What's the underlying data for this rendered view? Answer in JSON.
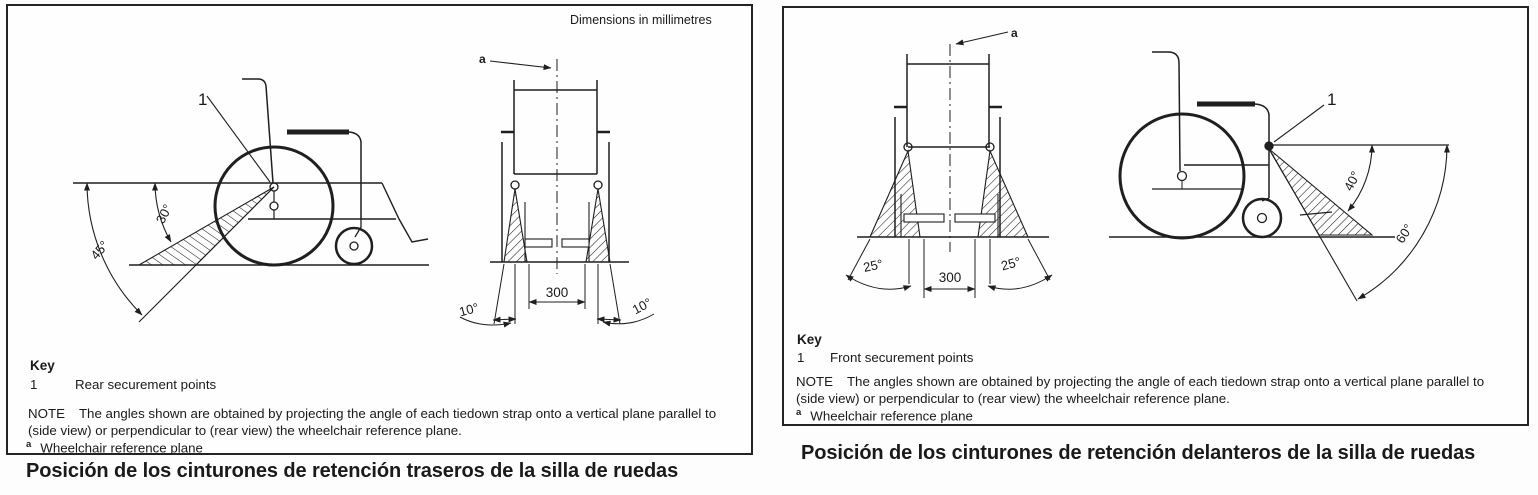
{
  "colors": {
    "ink": "#1f1f1f",
    "paper": "#ffffff"
  },
  "figure_left": {
    "dimensions_note": "Dimensions in millimetres",
    "drawing": {
      "point_label": "1",
      "plane_label": "a",
      "side_angle_upper": "30°",
      "side_angle_lower": "45°",
      "rear_angle_left": "10°",
      "rear_angle_right": "10°",
      "spacing_mm": "300"
    },
    "key_title": "Key",
    "key_item_number": "1",
    "key_item_text": "Rear securement points",
    "note_label": "NOTE",
    "note_text": "The angles shown are obtained by projecting the angle of each tiedown strap onto a vertical plane parallel to (side view) or perpendicular to (rear view) the wheelchair reference plane.",
    "footnote_marker": "a",
    "footnote_text": "Wheelchair reference plane",
    "caption": "Posición de los cinturones de retención traseros de la silla de ruedas"
  },
  "figure_right": {
    "drawing": {
      "point_label": "1",
      "plane_label": "a",
      "side_angle_upper": "40°",
      "side_angle_lower": "60°",
      "front_angle_left": "25°",
      "front_angle_right": "25°",
      "spacing_mm": "300"
    },
    "key_title": "Key",
    "key_item_number": "1",
    "key_item_text": "Front securement points",
    "note_label": "NOTE",
    "note_text": "The angles shown are obtained by projecting the angle of each tiedown strap onto a vertical plane parallel to (side view) or perpendicular to (rear view) the wheelchair reference plane.",
    "footnote_marker": "a",
    "footnote_text": "Wheelchair reference plane",
    "caption": "Posición de los cinturones de retención delanteros de la silla de ruedas"
  }
}
